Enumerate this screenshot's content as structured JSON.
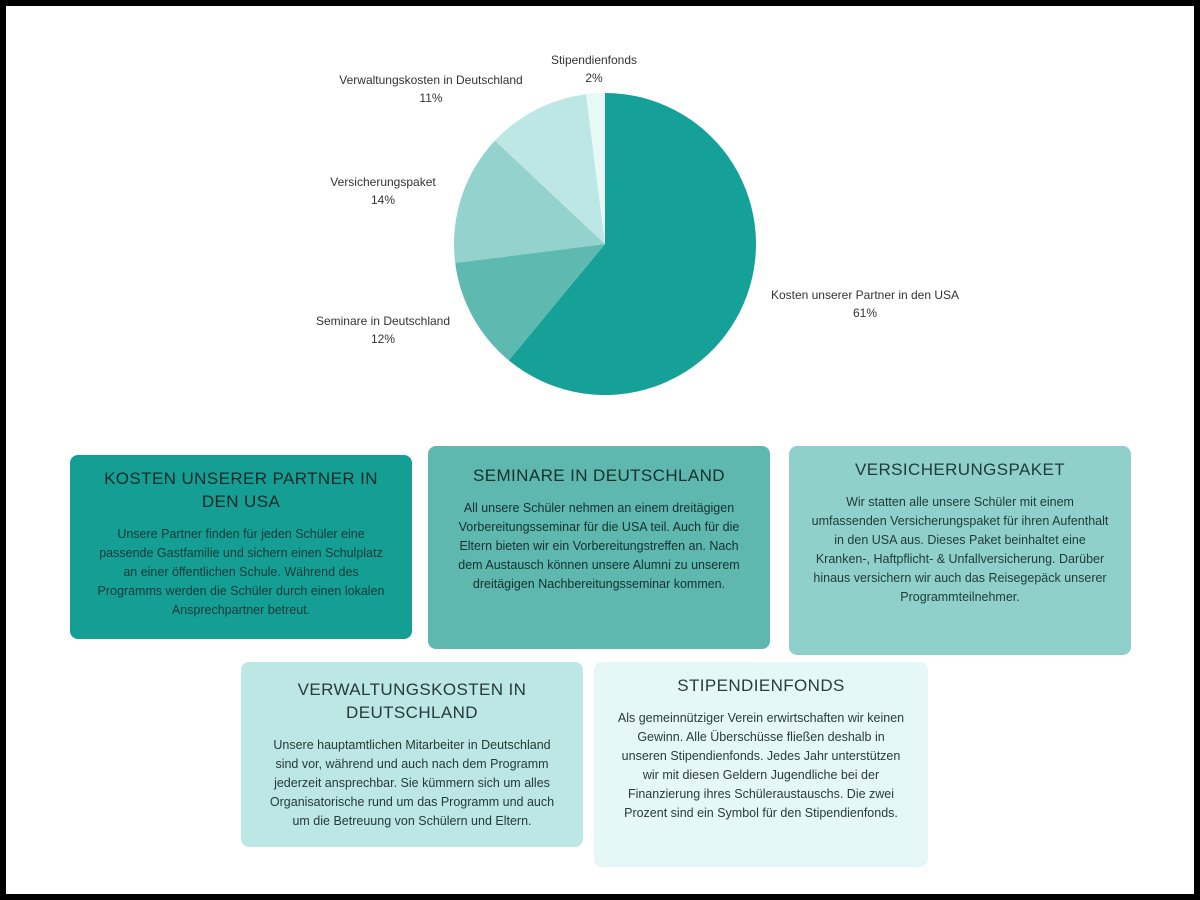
{
  "chart_data": {
    "type": "pie",
    "slices": [
      {
        "label": "Kosten unserer Partner in den USA",
        "value": 61,
        "display": "61%",
        "color": "#15a197"
      },
      {
        "label": "Seminare in Deutschland",
        "value": 12,
        "display": "12%",
        "color": "#5eb9b1"
      },
      {
        "label": "Versicherungspaket",
        "value": 14,
        "display": "14%",
        "color": "#94d2cd"
      },
      {
        "label": "Verwaltungskosten in Deutschland",
        "value": 11,
        "display": "11%",
        "color": "#bde7e4"
      },
      {
        "label": "Stipendienfonds",
        "value": 2,
        "display": "2%",
        "color": "#e8f8f7"
      }
    ]
  },
  "cards": [
    {
      "title": "KOSTEN UNSERER PARTNER IN DEN USA",
      "text": "Unsere Partner finden für jeden Schüler eine passende Gastfamilie und sichern einen Schulplatz an einer öffentlichen Schule. Während des Programms werden die Schüler durch einen lokalen Ansprechpartner betreut."
    },
    {
      "title": "SEMINARE IN DEUTSCHLAND",
      "text": "All unsere Schüler nehmen an einem dreitägigen Vorbereitungsseminar für die USA teil. Auch für die Eltern bieten wir ein Vorbereitungstreffen an. Nach dem Austausch können unsere Alumni zu unserem dreitägigen Nachbereitungsseminar kommen."
    },
    {
      "title": "VERSICHERUNGSPAKET",
      "text": "Wir statten alle unsere Schüler mit einem umfassenden Versicherungspaket für ihren Aufenthalt in den USA aus. Dieses Paket beinhaltet eine Kranken-, Haftpflicht- & Unfallversicherung. Darüber hinaus versichern wir auch das Reisegepäck unserer Programmteilnehmer."
    },
    {
      "title": "VERWALTUNGSKOSTEN IN DEUTSCHLAND",
      "text": "Unsere hauptamtlichen Mitarbeiter in Deutschland sind vor, während und auch nach dem Programm jederzeit ansprechbar. Sie kümmern sich um alles Organisatorische rund um das Programm und auch um die Betreuung von Schülern und Eltern."
    },
    {
      "title": "STIPENDIENFONDS",
      "text": "Als gemeinnütziger Verein erwirtschaften wir keinen Gewinn. Alle Überschüsse fließen deshalb in unseren Stipendienfonds. Jedes Jahr unterstützen wir mit diesen Geldern Jugendliche bei der Finanzierung ihres Schüleraustauschs. Die zwei Prozent sind ein Symbol für den Stipendienfonds."
    }
  ]
}
